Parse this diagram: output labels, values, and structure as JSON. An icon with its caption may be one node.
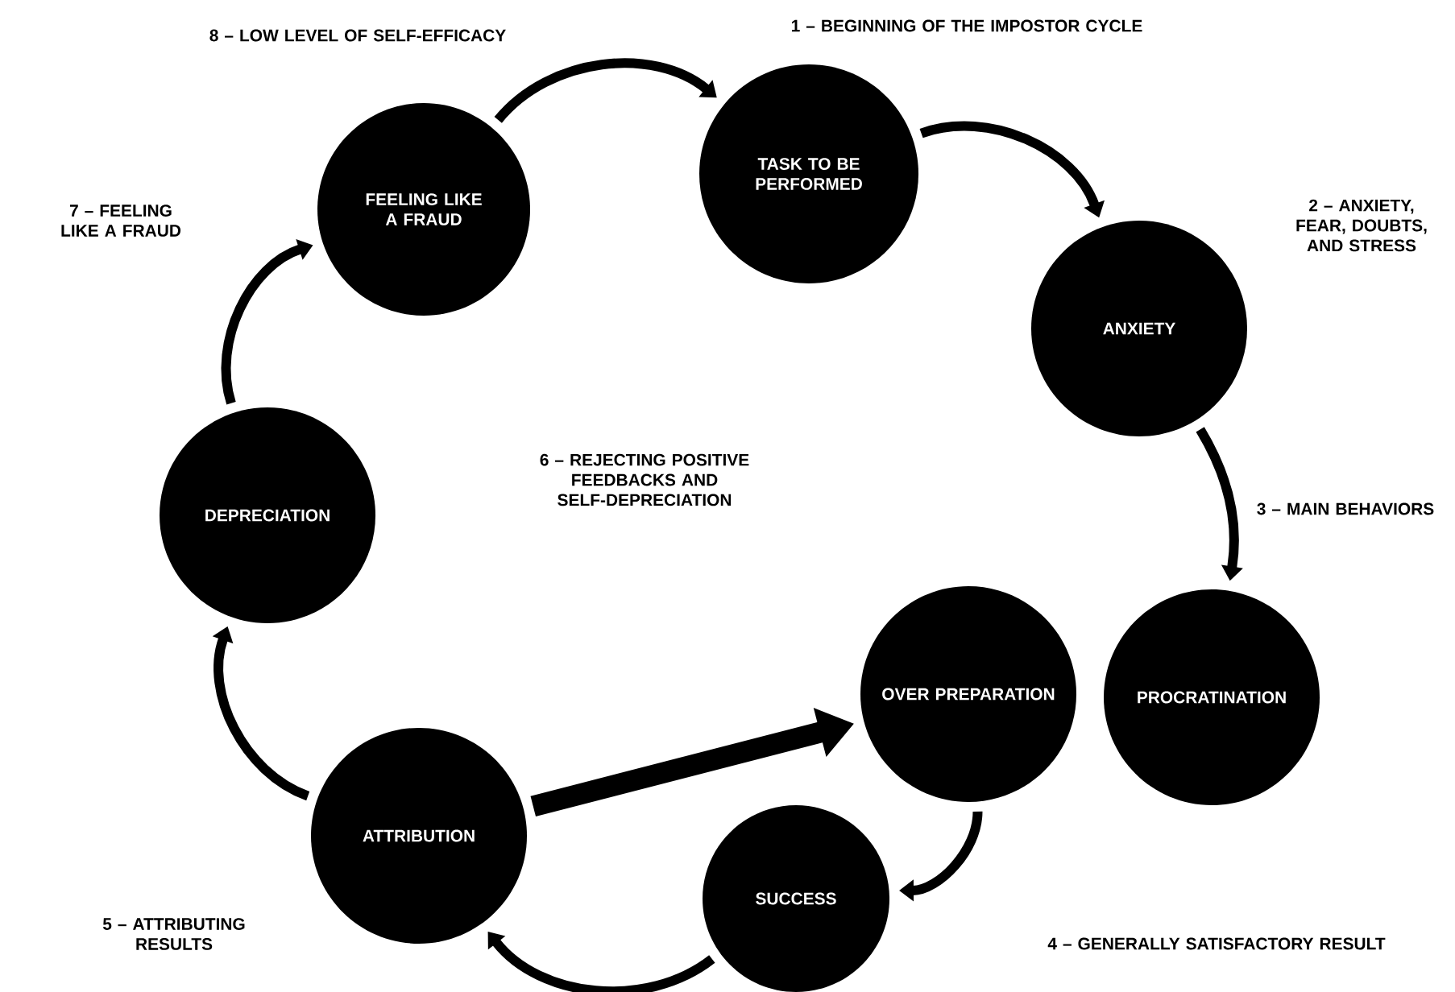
{
  "diagram": {
    "nodes": [
      {
        "text": [
          "TASK TO BE PERFORMED"
        ]
      },
      {
        "text": [
          "ANXIETY"
        ]
      },
      {
        "text": [
          "OVER PREPARATION"
        ]
      },
      {
        "text": [
          "PROCRATINATION"
        ]
      },
      {
        "text": [
          "SUCCESS"
        ]
      },
      {
        "text": [
          "ATTRIBUTION"
        ]
      },
      {
        "text": [
          "DEPRECIATION"
        ]
      },
      {
        "text": [
          "FEELING LIKE A FRAUD"
        ]
      }
    ],
    "edges": [
      {
        "from": 7,
        "to": 0,
        "arrow": "to"
      },
      {
        "from": 0,
        "to": 1,
        "arrow": "to"
      },
      {
        "from": 1,
        "to": 3,
        "arrow": "to"
      },
      {
        "from": 2,
        "to": 4,
        "arrow": "to"
      },
      {
        "from": 4,
        "to": 5,
        "arrow": "to"
      },
      {
        "from": 5,
        "to": 2,
        "arrow": "to",
        "style": "thick"
      },
      {
        "from": 5,
        "to": 6,
        "arrow": "to"
      },
      {
        "from": 6,
        "to": 7,
        "arrow": "to"
      }
    ],
    "labels": [
      "8 – LOW LEVEL OF SELF-EFFICACY",
      "1 – BEGINNING OF THE IMPOSTOR CYCLE",
      "7 – FEELING LIKE A FRAUD",
      "2 – ANXIETY, FEAR, DOUBTS, AND STRESS",
      "6 – REJECTING POSITIVE FEEDBACKS AND SELF-DEPRECIATION",
      "3 – MAIN BEHAVIORS",
      "4 – GENERALLY SATISFACTORY RESULT",
      "5 – ATTRIBUTING RESULTS"
    ]
  }
}
